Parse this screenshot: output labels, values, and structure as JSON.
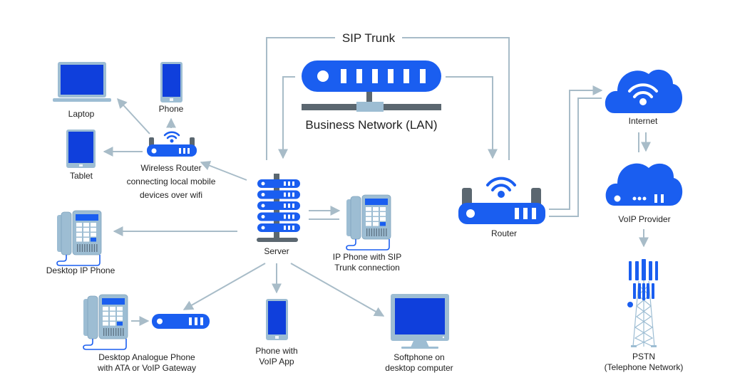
{
  "title": "VoIP Business Network Diagram",
  "colors": {
    "accent_blue": "#1a5ef0",
    "screen_blue": "#0f3fdc",
    "device_frame": "#9dbdd3",
    "connector": "#a8bcc8",
    "dark_gray": "#5b6770",
    "text": "#222222"
  },
  "labels": {
    "sip_trunk": "SIP Trunk",
    "business_network": "Business Network (LAN)",
    "laptop": "Laptop",
    "phone": "Phone",
    "tablet": "Tablet",
    "wireless_router": [
      "Wireless Router",
      "connecting local mobile",
      "devices over wifi"
    ],
    "server": "Server",
    "ip_phone_sip": [
      "IP Phone with SIP",
      "Trunk connection"
    ],
    "desktop_ip_phone": "Desktop IP Phone",
    "analogue_phone": [
      "Desktop Analogue Phone",
      "with ATA or VoIP Gateway"
    ],
    "phone_voip_app": [
      "Phone with",
      "VoIP App"
    ],
    "softphone": [
      "Softphone on",
      "desktop computer"
    ],
    "router": "Router",
    "internet": "Internet",
    "voip_provider": "VoIP Provider",
    "pstn": [
      "PSTN",
      "(Telephone Network)"
    ]
  },
  "nodes": [
    {
      "id": "lan",
      "label": "Business Network (LAN)",
      "icon": "lan-switch-icon"
    },
    {
      "id": "server",
      "label": "Server",
      "icon": "server-rack-icon"
    },
    {
      "id": "wireless_router",
      "label": "Wireless Router",
      "icon": "wifi-router-icon"
    },
    {
      "id": "laptop",
      "label": "Laptop",
      "icon": "laptop-icon"
    },
    {
      "id": "phone",
      "label": "Phone",
      "icon": "smartphone-icon"
    },
    {
      "id": "tablet",
      "label": "Tablet",
      "icon": "tablet-icon"
    },
    {
      "id": "ip_phone_sip",
      "label": "IP Phone with SIP Trunk connection",
      "icon": "desk-phone-icon"
    },
    {
      "id": "desktop_ip_phone",
      "label": "Desktop IP Phone",
      "icon": "desk-phone-icon"
    },
    {
      "id": "analogue_phone",
      "label": "Desktop Analogue Phone",
      "icon": "desk-phone-icon"
    },
    {
      "id": "ata",
      "label": "ATA or VoIP Gateway",
      "icon": "gateway-icon"
    },
    {
      "id": "phone_voip_app",
      "label": "Phone with VoIP App",
      "icon": "smartphone-icon"
    },
    {
      "id": "softphone",
      "label": "Softphone on desktop computer",
      "icon": "monitor-icon"
    },
    {
      "id": "router",
      "label": "Router",
      "icon": "wifi-router-icon"
    },
    {
      "id": "internet",
      "label": "Internet",
      "icon": "cloud-wifi-icon"
    },
    {
      "id": "voip_provider",
      "label": "VoIP Provider",
      "icon": "cloud-server-icon"
    },
    {
      "id": "pstn",
      "label": "PSTN (Telephone Network)",
      "icon": "cell-tower-icon"
    }
  ],
  "edges": [
    {
      "from": "server",
      "to": "router",
      "label": "SIP Trunk",
      "direction": "bidirectional"
    },
    {
      "from": "lan",
      "to": "server"
    },
    {
      "from": "lan",
      "to": "router"
    },
    {
      "from": "server",
      "to": "wireless_router"
    },
    {
      "from": "wireless_router",
      "to": "laptop"
    },
    {
      "from": "wireless_router",
      "to": "phone"
    },
    {
      "from": "wireless_router",
      "to": "tablet"
    },
    {
      "from": "server",
      "to": "desktop_ip_phone"
    },
    {
      "from": "server",
      "to": "ip_phone_sip",
      "direction": "bidirectional"
    },
    {
      "from": "server",
      "to": "ata"
    },
    {
      "from": "analogue_phone",
      "to": "ata"
    },
    {
      "from": "server",
      "to": "phone_voip_app"
    },
    {
      "from": "server",
      "to": "softphone"
    },
    {
      "from": "router",
      "to": "internet",
      "direction": "bidirectional"
    },
    {
      "from": "internet",
      "to": "voip_provider",
      "direction": "bidirectional"
    },
    {
      "from": "voip_provider",
      "to": "pstn"
    }
  ]
}
